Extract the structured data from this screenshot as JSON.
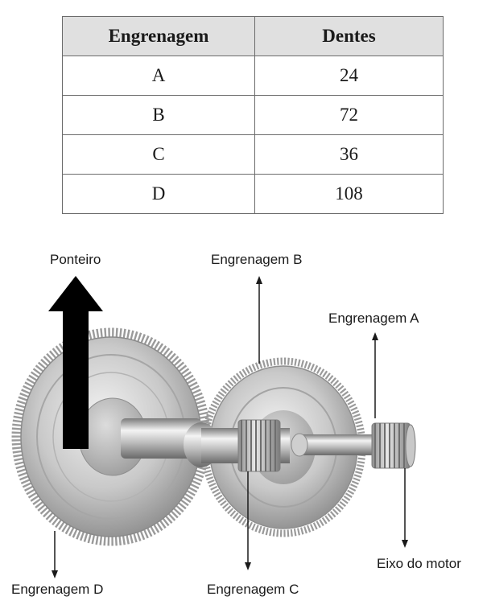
{
  "table": {
    "headers": [
      "Engrenagem",
      "Dentes"
    ],
    "rows": [
      [
        "A",
        "24"
      ],
      [
        "B",
        "72"
      ],
      [
        "C",
        "36"
      ],
      [
        "D",
        "108"
      ]
    ]
  },
  "labels": {
    "ponteiro": "Ponteiro",
    "gear_a": "Engrenagem A",
    "gear_b": "Engrenagem B",
    "gear_c": "Engrenagem C",
    "gear_d": "Engrenagem D",
    "motor_shaft": "Eixo do motor"
  },
  "colors": {
    "metal_light": "#e6e6e6",
    "metal_mid": "#b5b5b5",
    "metal_dark": "#6e6e6e",
    "pointer": "#000000",
    "header_bg": "#e0e0e0"
  }
}
